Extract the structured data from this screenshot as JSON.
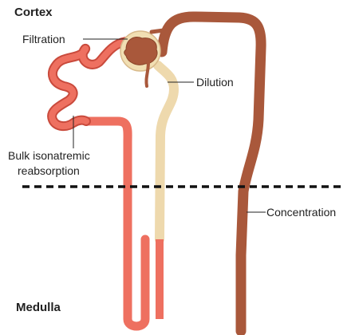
{
  "zones": {
    "cortex": "Cortex",
    "medulla": "Medulla"
  },
  "labels": {
    "filtration": "Filtration",
    "dilution": "Dilution",
    "bulk_line1": "Bulk isonatremic",
    "bulk_line2": "reabsorption",
    "concentration": "Concentration"
  },
  "colors": {
    "proximal_tubule": "#ee7060",
    "proximal_outline": "#c94a3c",
    "descending_limb": "#ee7060",
    "ascending_thick_limb": "#eed9ad",
    "collecting_duct": "#a9583b",
    "glomerulus": "#a9583b",
    "bowman_capsule": "#f1dfb3",
    "boundary_line": "#111111"
  },
  "icons": {
    "glomerulus": "glomerulus-icon"
  }
}
